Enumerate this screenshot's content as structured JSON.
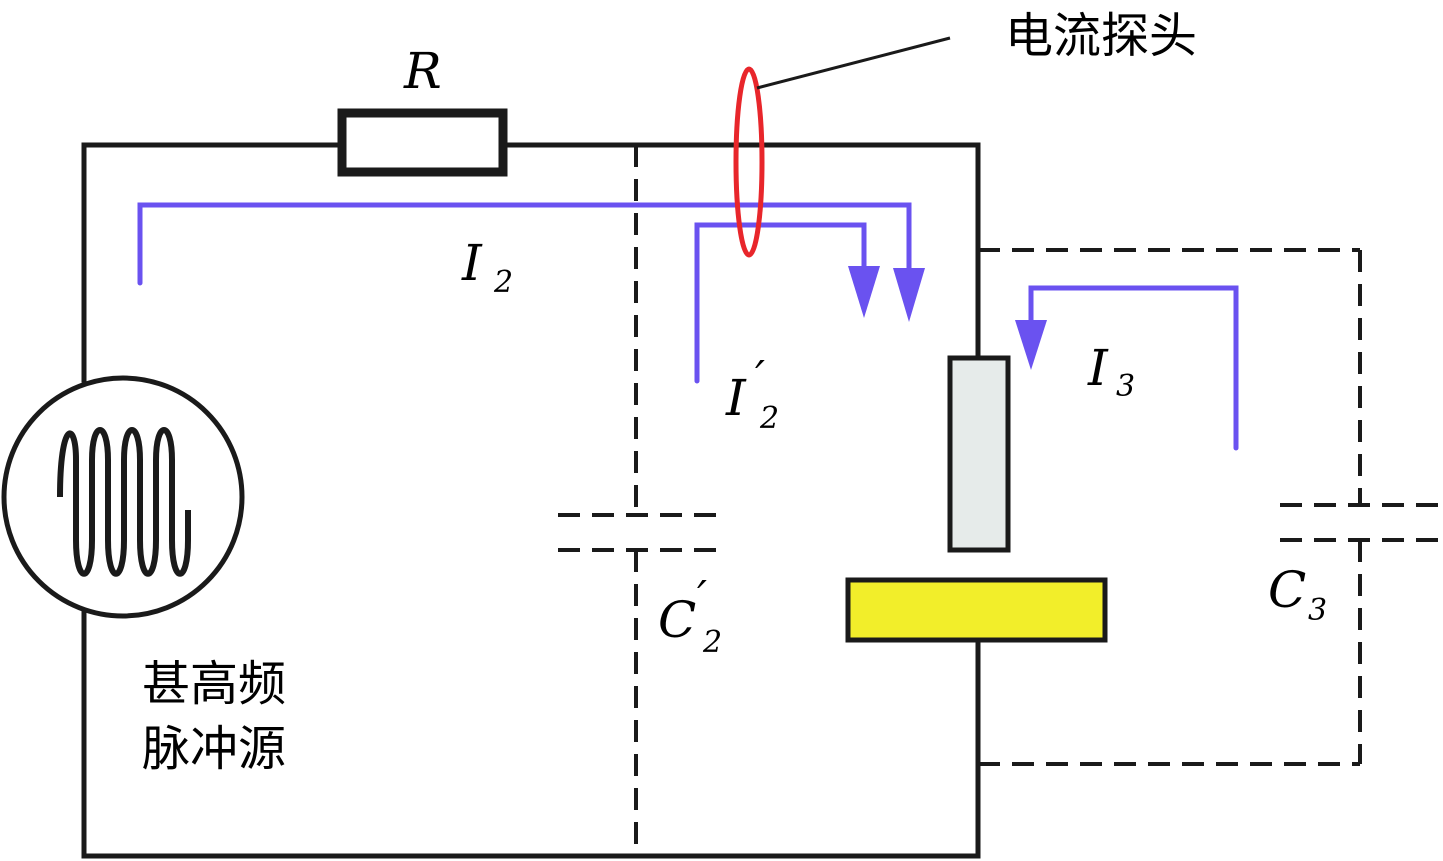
{
  "labels": {
    "resistor": "R",
    "probe": "电流探头",
    "i2_main": "I",
    "i2_sub": "2",
    "i2p_main": "I",
    "i2p_prime": "′",
    "i2p_sub": "2",
    "i3_main": "I",
    "i3_sub": "3",
    "c2p_main": "C",
    "c2p_prime": "′",
    "c2p_sub": "2",
    "c3_main": "C",
    "c3_sub": "3",
    "source_line1": "甚高频",
    "source_line2": "脉冲源"
  },
  "colors": {
    "wire": "#1a1a1a",
    "current_arrow": "#6a52f0",
    "probe": "#e8262b",
    "electrode_upper": "#e6ebea",
    "electrode_lower": "#f2ee2a"
  }
}
